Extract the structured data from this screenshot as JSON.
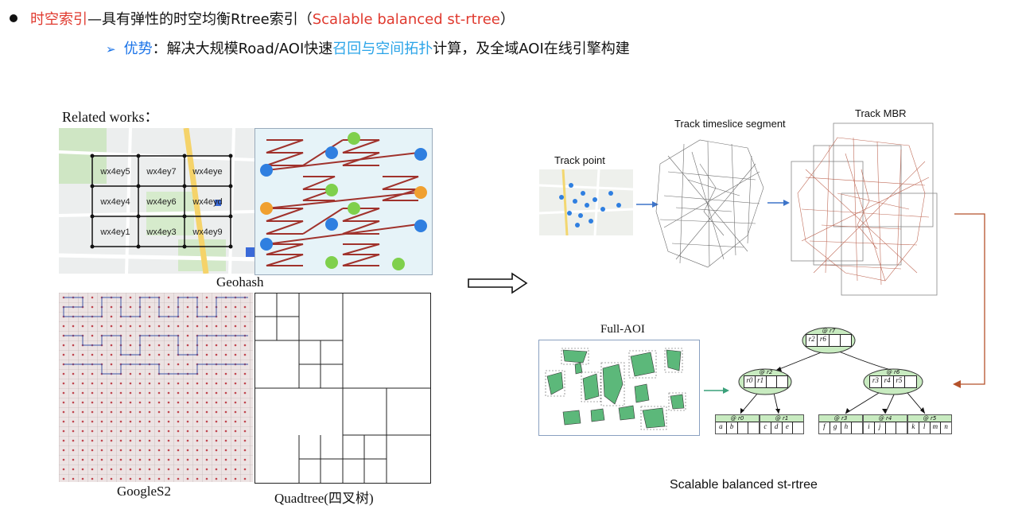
{
  "header": {
    "prefix": "时空索引",
    "middle": "—具有弹性的时空均衡Rtree索引（",
    "english": "Scalable balanced st-rtree",
    "close": "）",
    "sub_label": "优势",
    "sub_colon": "：解决大规模Road/AOI快速",
    "sub_highlight": "召回与空间拓扑",
    "sub_rest": "计算，及全域AOI在线引擎构建"
  },
  "related": {
    "title": "Related works：",
    "geohash_caption": "Geohash",
    "googles2_caption": "GoogleS2",
    "quadtree_caption": "Quadtree(四叉树)",
    "geohash_cells": [
      "wx4ey5",
      "wx4ey7",
      "wx4eye",
      "wx4ey4",
      "wx4ey6",
      "wx4eyd",
      "wx4ey1",
      "wx4ey3",
      "wx4ey9"
    ]
  },
  "pipeline": {
    "track_point": "Track point",
    "track_segment": "Track timeslice segment",
    "track_mbr": "Track MBR",
    "full_aoi": "Full-AOI",
    "caption": "Scalable balanced st-rtree"
  },
  "rtree": {
    "root": {
      "tag": "@ r7",
      "cells": [
        "r2",
        "r6",
        "",
        ""
      ]
    },
    "mid": [
      {
        "tag": "@ r2",
        "cells": [
          "r0",
          "r1",
          "",
          ""
        ]
      },
      {
        "tag": "@ r6",
        "cells": [
          "r3",
          "r4",
          "r5",
          ""
        ]
      }
    ],
    "leaves": [
      {
        "tag": "@ r0",
        "cells": [
          "a",
          "b",
          "",
          ""
        ]
      },
      {
        "tag": "@ r1",
        "cells": [
          "c",
          "d",
          "e",
          ""
        ]
      },
      {
        "tag": "@ r3",
        "cells": [
          "f",
          "g",
          "h",
          ""
        ]
      },
      {
        "tag": "@ r4",
        "cells": [
          "i",
          "j",
          "",
          ""
        ]
      },
      {
        "tag": "@ r5",
        "cells": [
          "k",
          "l",
          "m",
          "n"
        ]
      }
    ]
  },
  "colors": {
    "accent_red": "#e03a2f",
    "accent_blue": "#1a73e8",
    "node_green": "#c8ebc0",
    "arrow_brown": "#b5522b"
  }
}
